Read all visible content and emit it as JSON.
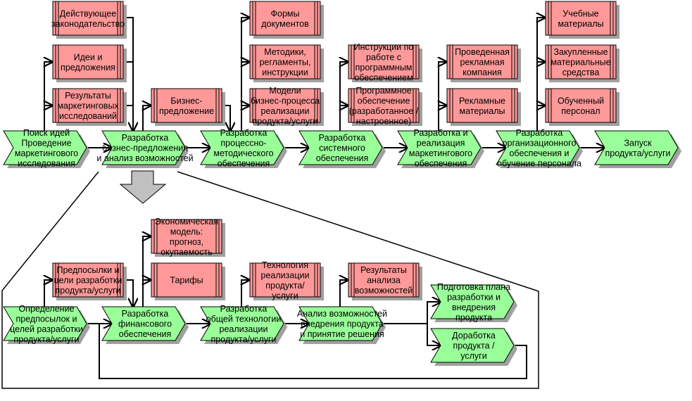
{
  "colors": {
    "function_fill": "#99ff99",
    "document_fill": "#ff9999",
    "shadow": "#a0a0a0",
    "stroke": "#000000",
    "expand_arrow": "#c0c0c0"
  },
  "top_functions": [
    {
      "id": "f1",
      "lines": [
        "Поиск идей",
        "Проведение",
        "маркетингового",
        "исследования"
      ]
    },
    {
      "id": "f2",
      "lines": [
        "Разработка",
        "бизнес-предложения",
        "и анализ возможностей"
      ]
    },
    {
      "id": "f3",
      "lines": [
        "Разработка",
        "процессно-",
        "методического",
        "обеспечения"
      ]
    },
    {
      "id": "f4",
      "lines": [
        "Разработка",
        "системного",
        "обеспечения"
      ]
    },
    {
      "id": "f5",
      "lines": [
        "Разработка и",
        "реализация",
        "маркетингового",
        "обеспечения"
      ]
    },
    {
      "id": "f6",
      "lines": [
        "Разработка",
        "организационного",
        "обеспечения и",
        "обучение персонала"
      ]
    },
    {
      "id": "f7",
      "lines": [
        "Запуск",
        "продукта/услуги"
      ]
    }
  ],
  "top_documents": [
    {
      "id": "d1",
      "lines": [
        "Действующее",
        "законодательство"
      ]
    },
    {
      "id": "d2",
      "lines": [
        "Идеи и",
        "предложения"
      ]
    },
    {
      "id": "d3",
      "lines": [
        "Результаты",
        "маркетинговых",
        "исследований"
      ]
    },
    {
      "id": "d4",
      "lines": [
        "Бизнес-",
        "предложение"
      ]
    },
    {
      "id": "d5",
      "lines": [
        "Формы",
        "документов"
      ]
    },
    {
      "id": "d6",
      "lines": [
        "Методики,",
        "регламенты,",
        "инструкции"
      ]
    },
    {
      "id": "d7",
      "lines": [
        "Модели",
        "бизнес-процесса",
        "реализации",
        "продукта/услуги"
      ]
    },
    {
      "id": "d8",
      "lines": [
        "Инструкции по",
        "работе с",
        "программным",
        "обеспечением"
      ]
    },
    {
      "id": "d9",
      "lines": [
        "Программное",
        "обеспечение",
        "(разработанное /",
        "настроенное)"
      ]
    },
    {
      "id": "d10",
      "lines": [
        "Проведенная",
        "рекламная",
        "компания"
      ]
    },
    {
      "id": "d11",
      "lines": [
        "Рекламные",
        "материалы"
      ]
    },
    {
      "id": "d12",
      "lines": [
        "Учебные",
        "материалы"
      ]
    },
    {
      "id": "d13",
      "lines": [
        "Закупленные",
        "материальные",
        "средства"
      ]
    },
    {
      "id": "d14",
      "lines": [
        "Обученный",
        "персонал"
      ]
    }
  ],
  "bottom_functions": [
    {
      "id": "g1",
      "lines": [
        "Определение",
        "предпосылок и",
        "целей разработки",
        "продукта/услуги"
      ]
    },
    {
      "id": "g2",
      "lines": [
        "Разработка",
        "финансового",
        "обеспечения"
      ]
    },
    {
      "id": "g3",
      "lines": [
        "Разработка",
        "общей технологии",
        "реализации",
        "продукта/услуги"
      ]
    },
    {
      "id": "g4",
      "lines": [
        "Анализ возможностей",
        "внедрения продукта",
        "и принятие решения"
      ]
    },
    {
      "id": "g5",
      "lines": [
        "Подготовка плана",
        "разработки и",
        "внедрения",
        "продукта"
      ]
    },
    {
      "id": "g6",
      "lines": [
        "Доработка",
        "продукта /",
        "услуги"
      ]
    }
  ],
  "bottom_documents": [
    {
      "id": "e1",
      "lines": [
        "Предпосылки и",
        "цели разработки",
        "продукта/услуги"
      ]
    },
    {
      "id": "e2",
      "lines": [
        "Экономическая",
        "модель:",
        "прогноз,",
        "окупаемость"
      ]
    },
    {
      "id": "e3",
      "lines": [
        "Тарифы"
      ]
    },
    {
      "id": "e4",
      "lines": [
        "Технология",
        "реализации",
        "продукта/",
        "услуги"
      ]
    },
    {
      "id": "e5",
      "lines": [
        "Результаты",
        "анализа",
        "возможностей"
      ]
    }
  ]
}
